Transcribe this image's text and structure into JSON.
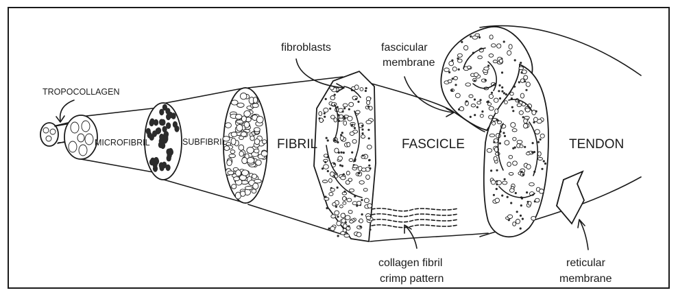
{
  "labels": {
    "tropocollagen": "TROPOCOLLAGEN",
    "microfibril": "MICROFIBRIL",
    "subfibril": "SUBFIBRIL",
    "fibril": "FIBRIL",
    "fascicle": "FASCICLE",
    "tendon": "TENDON",
    "fibroblasts": "fibroblasts",
    "fascicular_line1": "fascicular",
    "fascicular_line2": "membrane",
    "crimp_line1": "collagen fibril",
    "crimp_line2": "crimp pattern",
    "reticular_line1": "reticular",
    "reticular_line2": "membrane"
  },
  "colors": {
    "ink": "#1a1a1a",
    "paper": "#ffffff"
  }
}
